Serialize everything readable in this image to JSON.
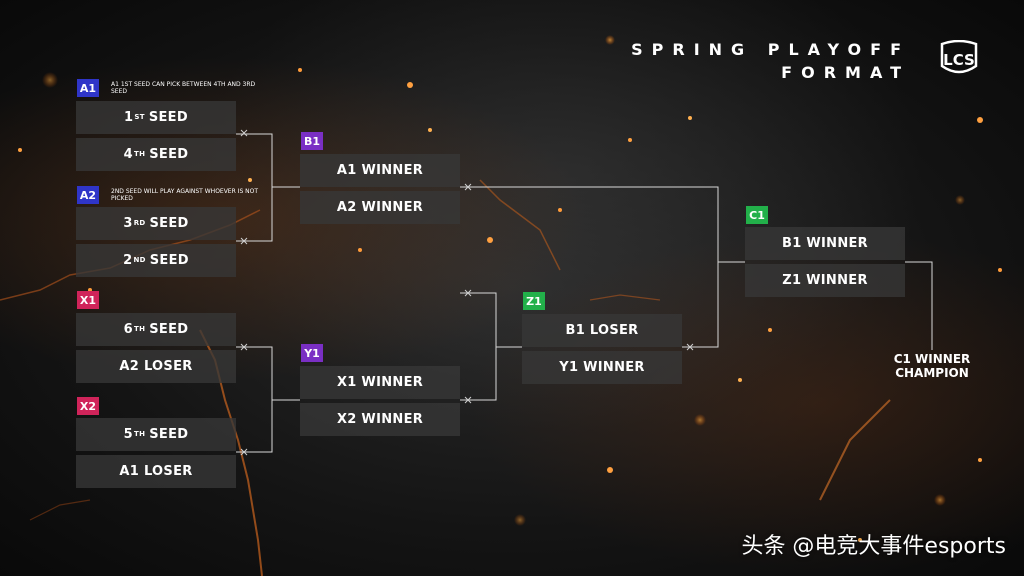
{
  "title": {
    "line1": "SPRING PLAYOFF",
    "line2": "FORMAT"
  },
  "logo": {
    "text": "LCS"
  },
  "colors": {
    "tag_a": "#2f35c8",
    "tag_b": "#7a2fc4",
    "tag_c": "#22b04a",
    "tag_x": "#d0245a",
    "tag_y": "#7a2fc4",
    "tag_z": "#22b04a",
    "line": "#d8d8d8",
    "box_bg": "#373737"
  },
  "groups": {
    "a1": {
      "tag": "A1",
      "note": "A1 1st seed can pick between 4th and 3rd seed",
      "slot1": {
        "num": "1",
        "sup": "ST",
        "label": "SEED"
      },
      "slot2": {
        "num": "4",
        "sup": "TH",
        "label": "SEED"
      }
    },
    "a2": {
      "tag": "A2",
      "note": "2nd seed will play against whoever is not picked",
      "slot1": {
        "num": "3",
        "sup": "RD",
        "label": "SEED"
      },
      "slot2": {
        "num": "2",
        "sup": "ND",
        "label": "SEED"
      }
    },
    "x1": {
      "tag": "X1",
      "slot1": {
        "num": "6",
        "sup": "TH",
        "label": "SEED"
      },
      "slot2": "A2 LOSER"
    },
    "x2": {
      "tag": "X2",
      "slot1": {
        "num": "5",
        "sup": "TH",
        "label": "SEED"
      },
      "slot2": "A1 LOSER"
    },
    "b1": {
      "tag": "B1",
      "slot1": "A1 WINNER",
      "slot2": "A2 WINNER"
    },
    "y1": {
      "tag": "Y1",
      "slot1": "X1 WINNER",
      "slot2": "X2 WINNER"
    },
    "z1": {
      "tag": "Z1",
      "slot1": "B1 LOSER",
      "slot2": "Y1 WINNER"
    },
    "c1": {
      "tag": "C1",
      "slot1": "B1 WINNER",
      "slot2": "Z1 WINNER"
    }
  },
  "champion": {
    "line1": "C1 WINNER",
    "line2": "CHAMPION"
  },
  "watermark": "头条 @电竞大事件esports"
}
